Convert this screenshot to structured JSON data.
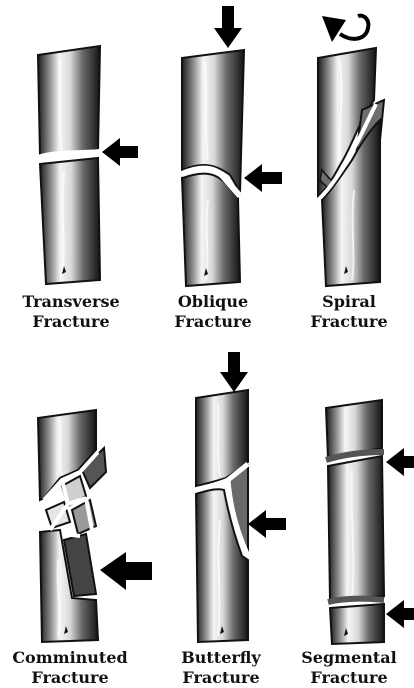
{
  "panels": [
    {
      "id": "transverse",
      "line1": "Transverse",
      "line2": "Fracture"
    },
    {
      "id": "oblique",
      "line1": "Oblique",
      "line2": "Fracture"
    },
    {
      "id": "spiral",
      "line1": "Spiral",
      "line2": "Fracture"
    },
    {
      "id": "comminuted",
      "line1": "Comminuted",
      "line2": "Fracture"
    },
    {
      "id": "butterfly",
      "line1": "Butterfly",
      "line2": "Fracture"
    },
    {
      "id": "segmental",
      "line1": "Segmental",
      "line2": "Fracture"
    }
  ],
  "colors": {
    "bone_dark": "#1a1a1a",
    "bone_light": "#f2f2f2",
    "gap": "#ffffff",
    "fragment": "#6e6e6e",
    "arrow": "#000000"
  }
}
